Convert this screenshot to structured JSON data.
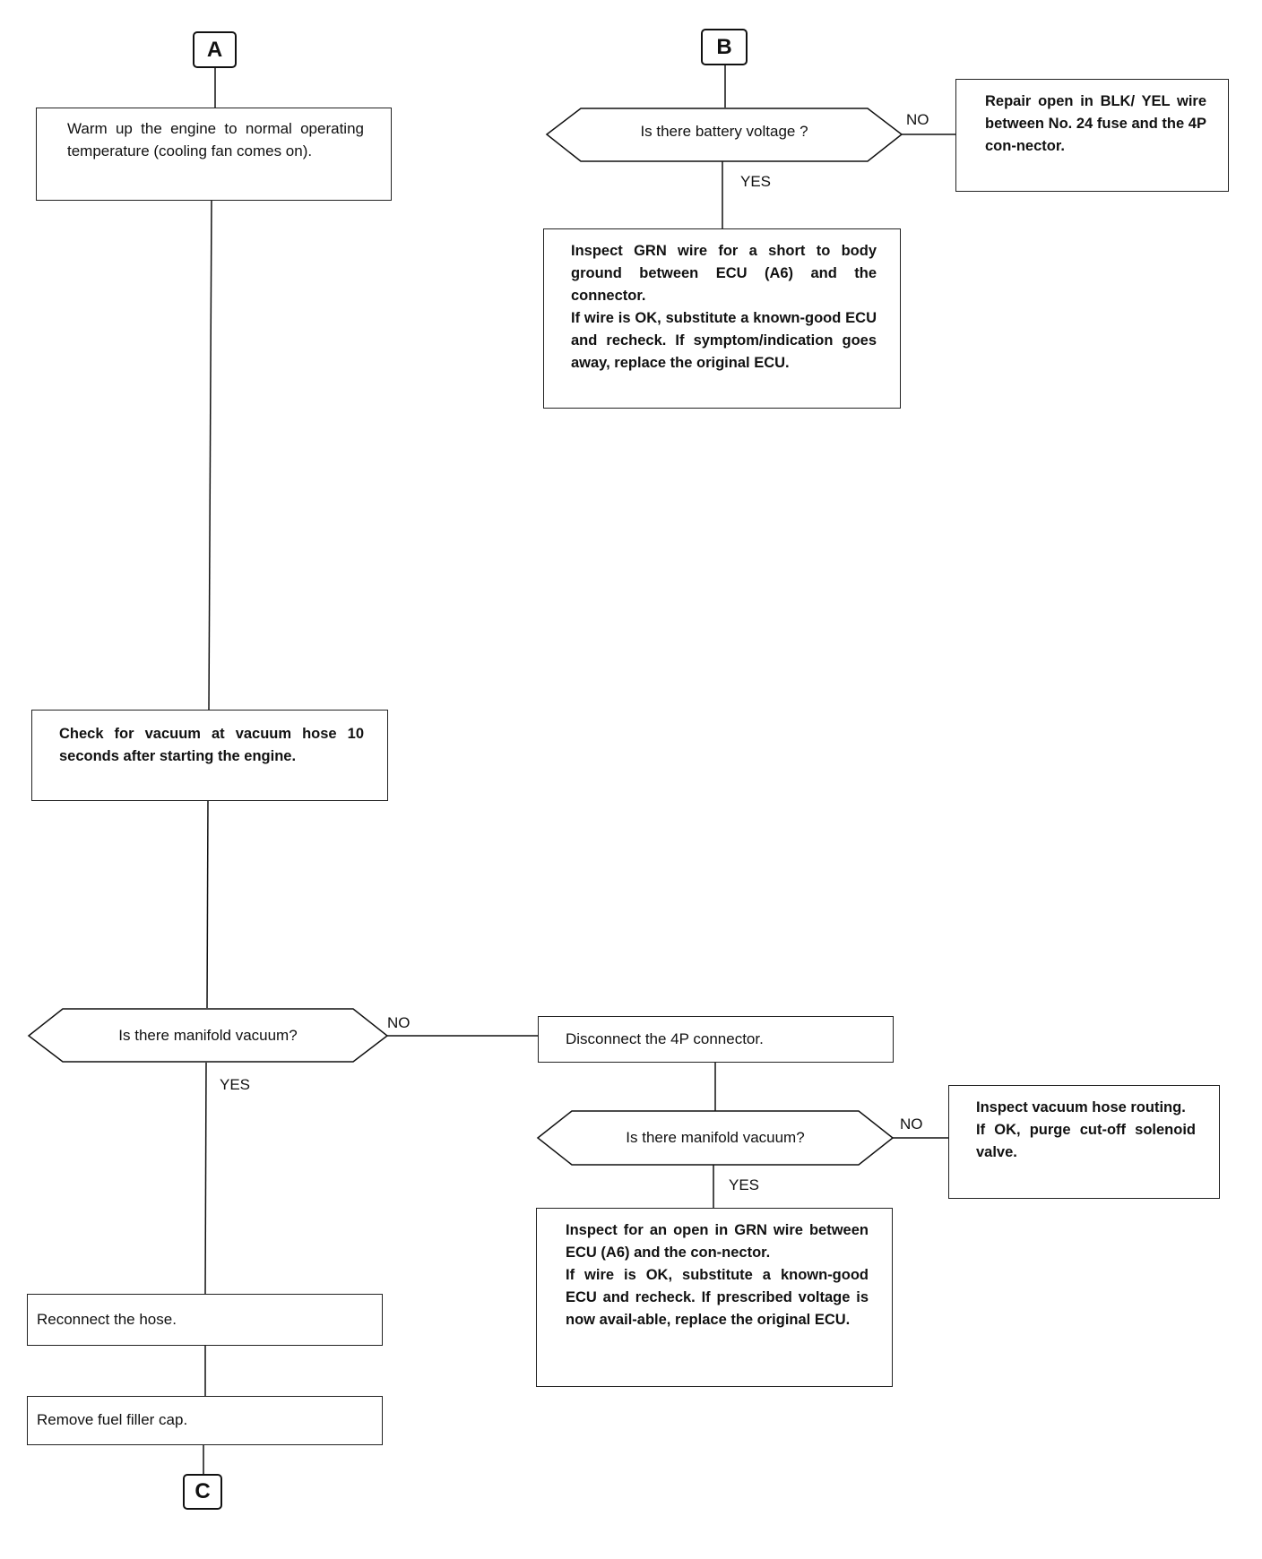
{
  "connectors": {
    "a": "A",
    "b": "B",
    "c": "C"
  },
  "branch_labels": {
    "no": "NO",
    "yes": "YES"
  },
  "boxes": {
    "warm_up": "Warm up the engine to normal operating temperature (cooling fan comes on).",
    "check_vacuum": "Check for vacuum at vacuum hose 10 seconds after starting the engine.",
    "reconnect_hose": "Reconnect the hose.",
    "remove_cap": "Remove fuel filler cap.",
    "repair_open": "Repair open in BLK/ YEL wire between No. 24 fuse and the 4P con-nector.",
    "inspect_short": [
      "Inspect GRN wire for a short to body ground between ECU (A6) and the connector.",
      "If wire is OK, substitute a known-good ECU and recheck. If symptom/indication goes away, replace the original ECU."
    ],
    "disconnect_4p": "Disconnect the 4P connector.",
    "inspect_hose_routing": [
      "Inspect vacuum hose routing.",
      "If OK, purge cut-off solenoid valve."
    ],
    "inspect_open": [
      "Inspect for an open in GRN wire between ECU (A6) and the con-nector.",
      "If wire is OK, substitute a known-good ECU and recheck. If prescribed voltage is now avail-able, replace the original ECU."
    ]
  },
  "decisions": {
    "battery_voltage": "Is there battery voltage ?",
    "manifold_vacuum_1": "Is there manifold vacuum?",
    "manifold_vacuum_2": "Is there manifold vacuum?"
  }
}
